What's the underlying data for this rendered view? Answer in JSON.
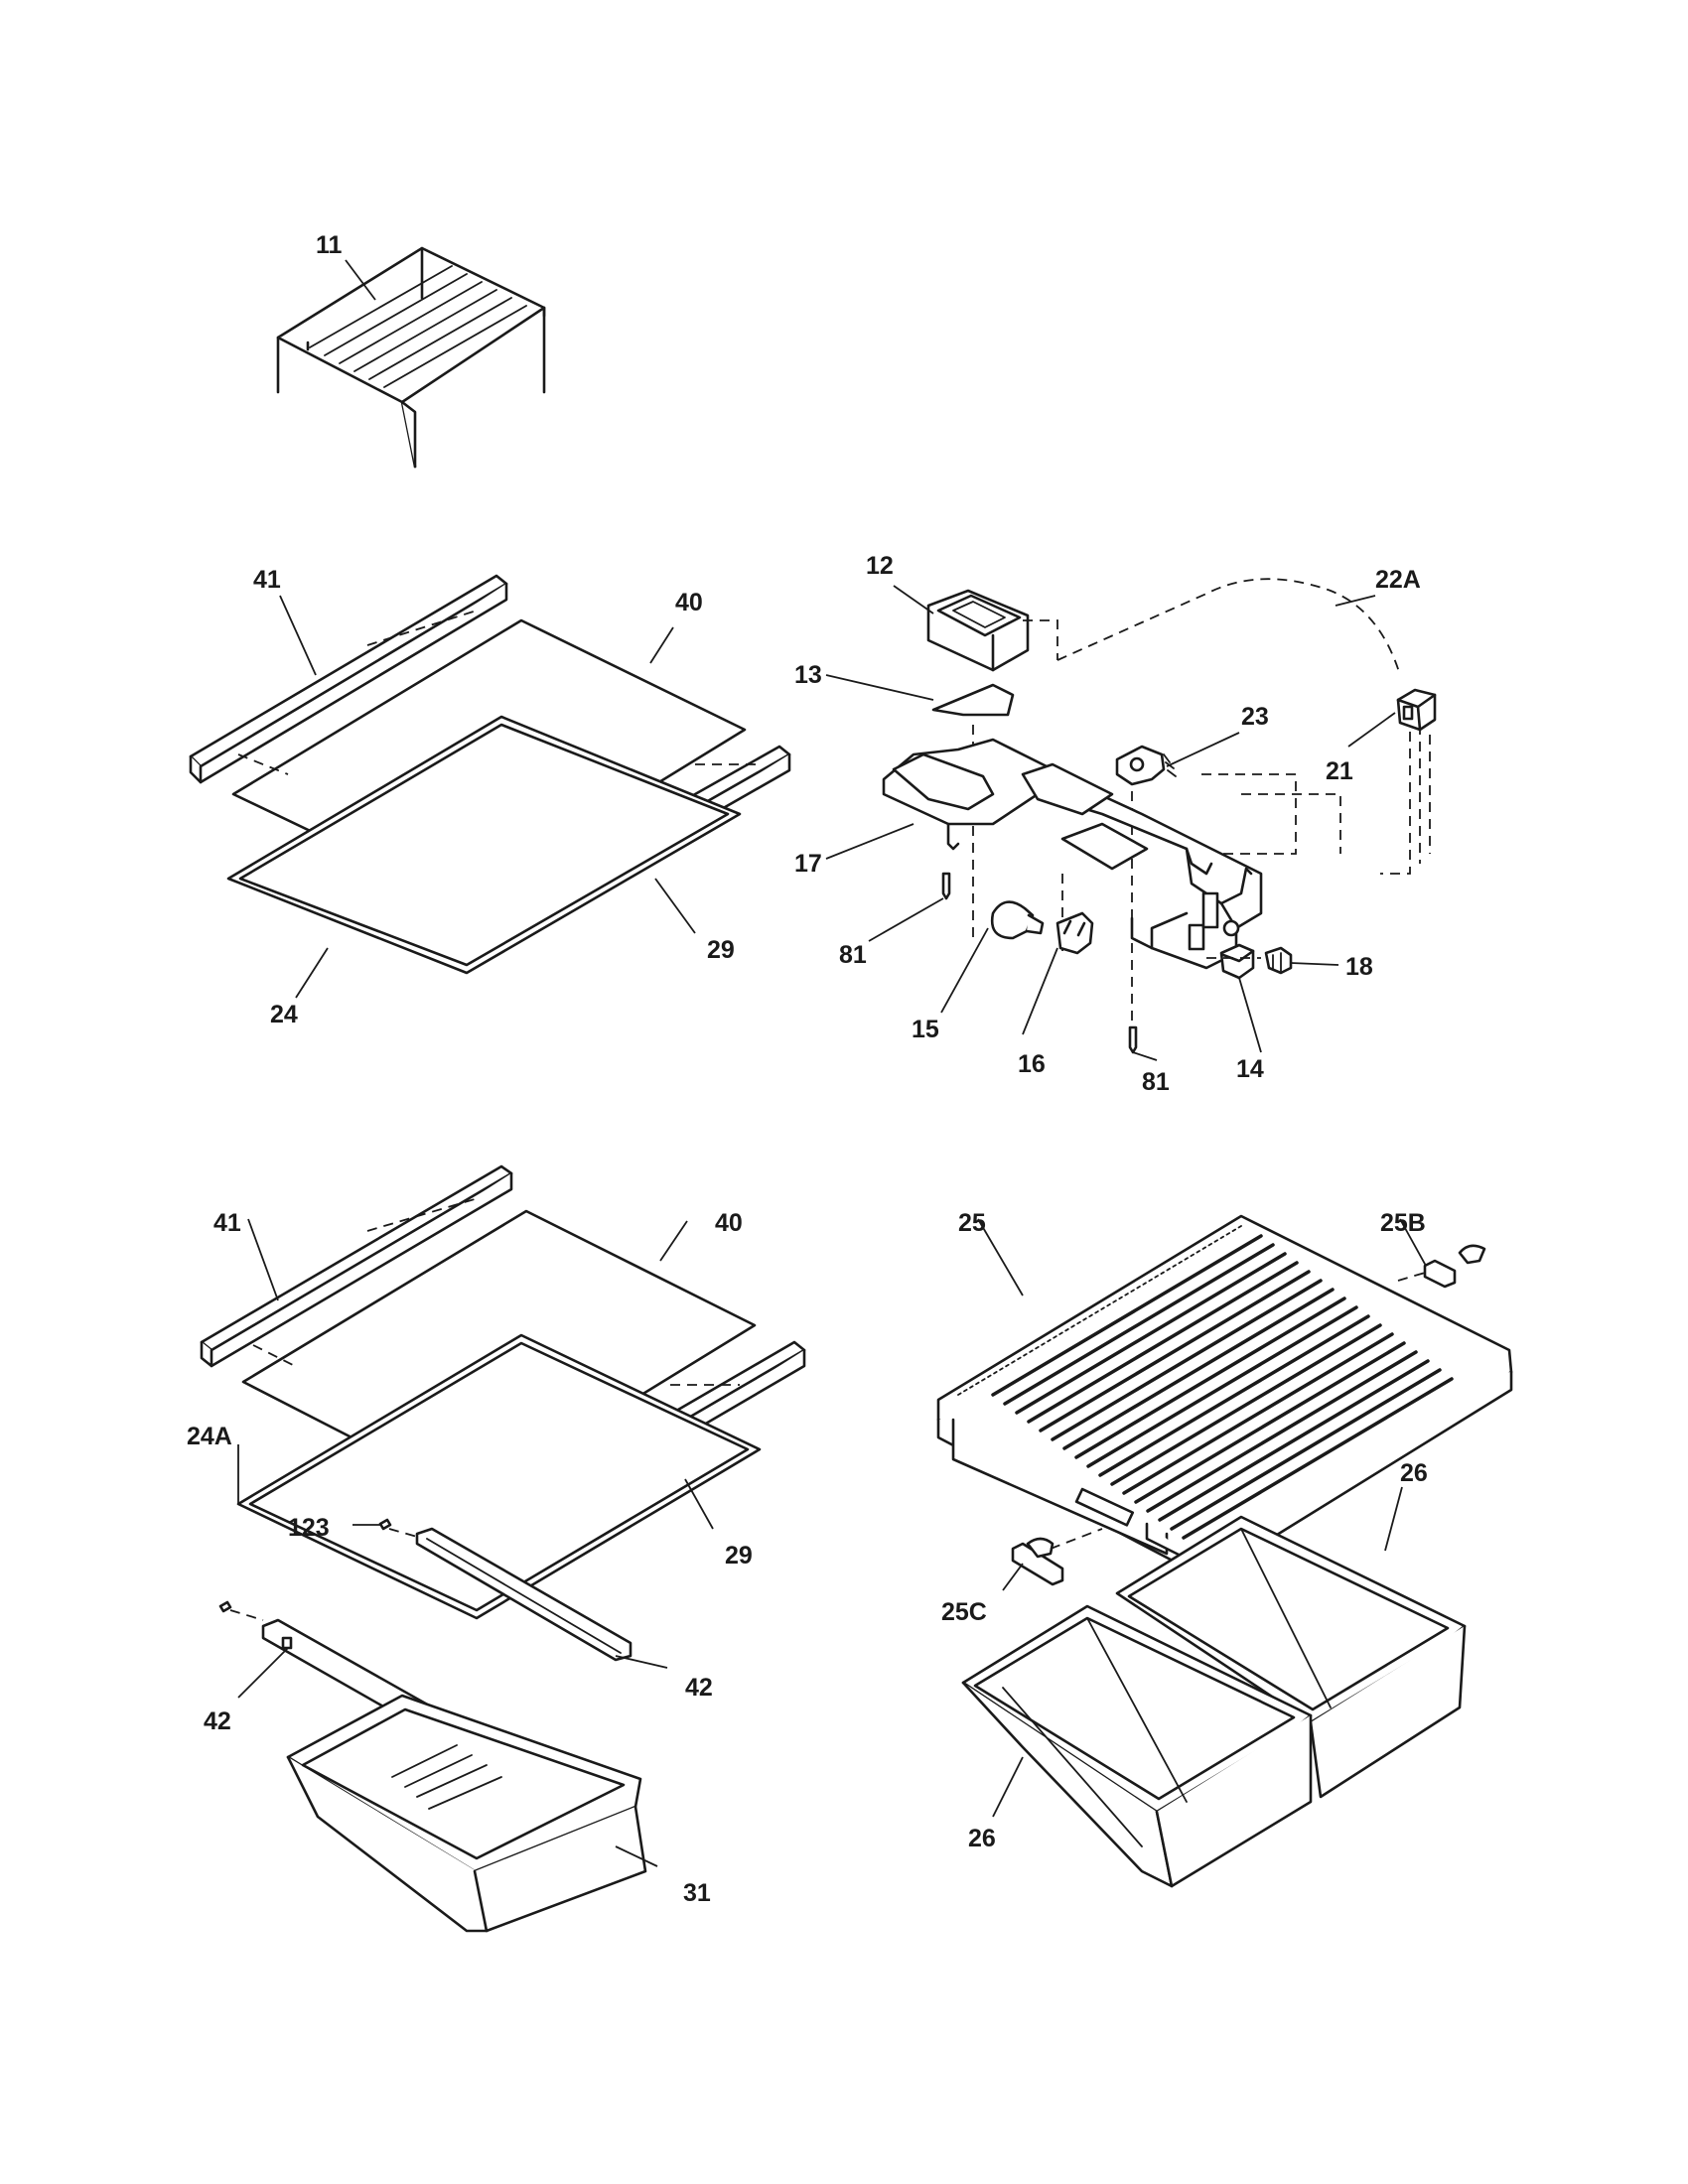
{
  "diagram": {
    "callouts": {
      "c11": "11",
      "c41_top": "41",
      "c40_top": "40",
      "c29_top": "29",
      "c24": "24",
      "c12": "12",
      "c13": "13",
      "c17": "17",
      "c81_left": "81",
      "c15": "15",
      "c16": "16",
      "c81_right": "81",
      "c14": "14",
      "c18": "18",
      "c23": "23",
      "c21": "21",
      "c22A": "22A",
      "c41_bottom": "41",
      "c40_bottom": "40",
      "c24A": "24A",
      "c123": "123",
      "c29_bottom": "29",
      "c42_right": "42",
      "c42_left": "42",
      "c31": "31",
      "c25": "25",
      "c25B": "25B",
      "c25C": "25C",
      "c26_right": "26",
      "c26_left": "26"
    }
  }
}
